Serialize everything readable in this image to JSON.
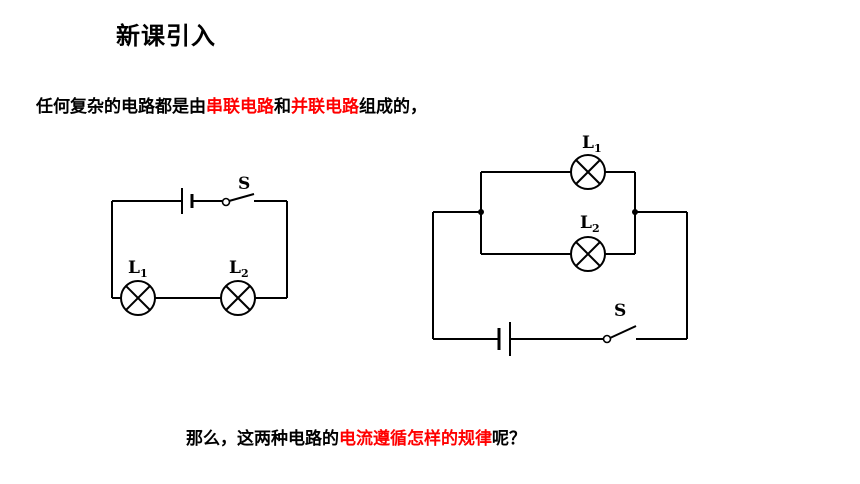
{
  "slide": {
    "title": "新课引入",
    "intro": {
      "part1": "任何复杂的电路都是由",
      "series": "串联电路",
      "part2": "和",
      "parallel": "并联电路",
      "part3": "组成的，"
    },
    "question": {
      "part1": "那么，这两种电路的",
      "highlight": "电流遵循怎样的规律",
      "part2": "呢？"
    },
    "colors": {
      "highlight": "#ff0000",
      "text": "#000000"
    }
  },
  "series_circuit": {
    "switch_label": "S",
    "lamp1": {
      "letter": "L",
      "sub": "1"
    },
    "lamp2": {
      "letter": "L",
      "sub": "2"
    }
  },
  "parallel_circuit": {
    "switch_label": "S",
    "lamp1": {
      "letter": "L",
      "sub": "1"
    },
    "lamp2": {
      "letter": "L",
      "sub": "2"
    }
  }
}
